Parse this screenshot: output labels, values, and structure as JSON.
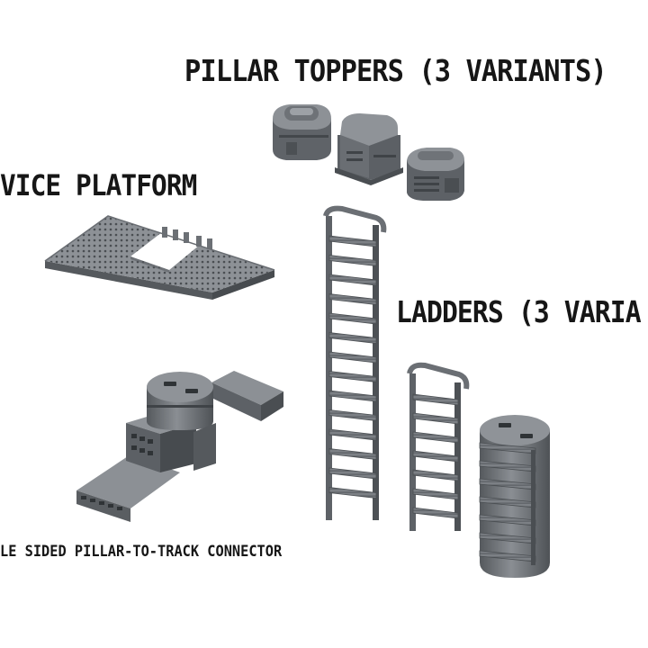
{
  "labels": {
    "pillar_toppers": "PILLAR TOPPERS (3 VARIANTS)",
    "service_platform": "VICE PLATFORM",
    "ladders": "LADDERS (3 VARIA",
    "connector": "LE SIDED PILLAR-TO-TRACK CONNECTOR"
  },
  "palette": {
    "background": "#ffffff",
    "model_top": "#8d9196",
    "model_side": "#5c6065",
    "model_dark": "#3e4246",
    "text": "#161616"
  }
}
